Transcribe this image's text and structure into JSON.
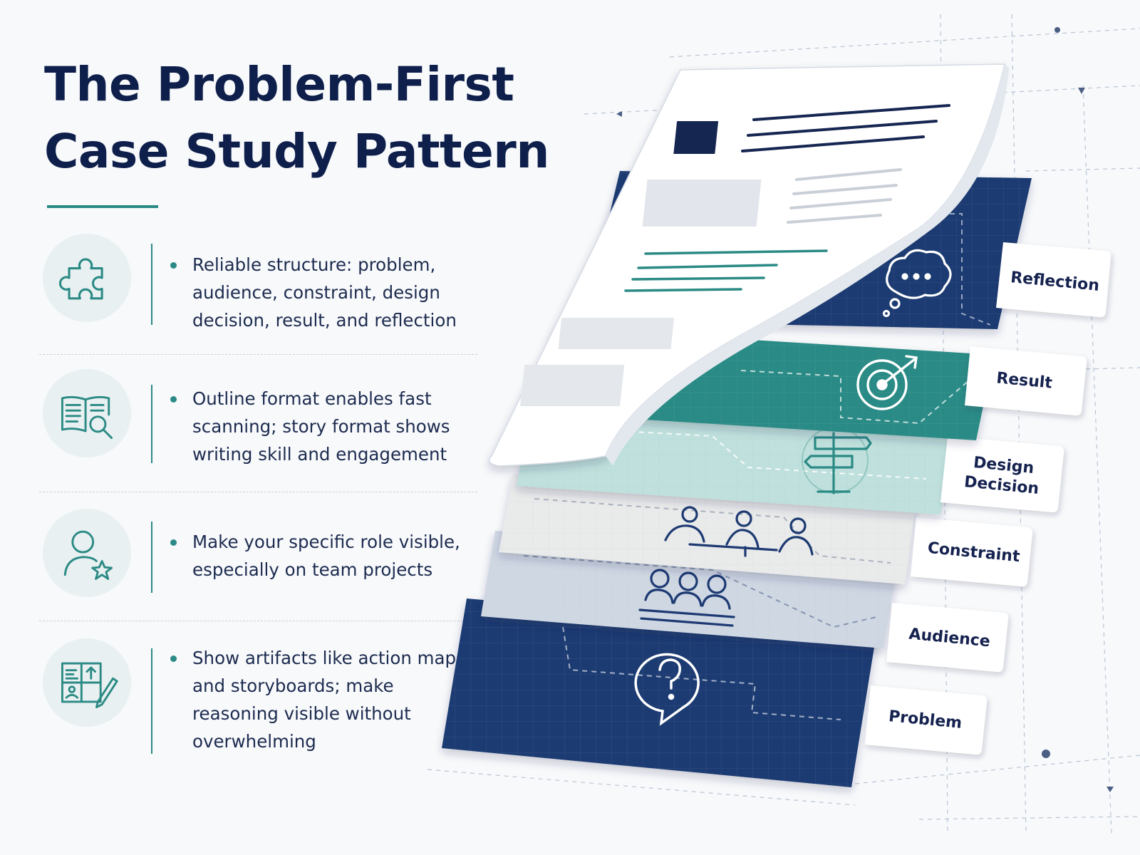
{
  "title": {
    "line1": "The Problem-First",
    "line2": "Case Study Pattern"
  },
  "features": [
    {
      "icon": "puzzle-icon",
      "text": "Reliable structure: problem, audience, constraint, design decision, result, and reflection"
    },
    {
      "icon": "book-magnifier-icon",
      "text": "Outline format enables fast scanning; story format shows writing skill and engagement"
    },
    {
      "icon": "person-star-icon",
      "text": "Make your specific role visible, especially on team projects"
    },
    {
      "icon": "storyboard-pencil-icon",
      "text": "Show artifacts like action maps and storyboards; make reasoning visible without overwhelming"
    }
  ],
  "layers": [
    {
      "label": "Reflection",
      "icon": "thought-bubble-icon"
    },
    {
      "label": "Result",
      "icon": "target-icon"
    },
    {
      "label_line1": "Design",
      "label_line2": "Decision",
      "icon": "signpost-icon"
    },
    {
      "label": "Constraint",
      "icon": "team-connected-icon"
    },
    {
      "label": "Audience",
      "icon": "group-icon"
    },
    {
      "label": "Problem",
      "icon": "question-bubble-icon"
    }
  ],
  "colors": {
    "navy": "#1d3a72",
    "teal": "#2b8a85",
    "mint": "#bfe0dc",
    "light_gray": "#e7e9ea",
    "pale_blue": "#cfd7e3",
    "title": "#0f1f4b"
  }
}
